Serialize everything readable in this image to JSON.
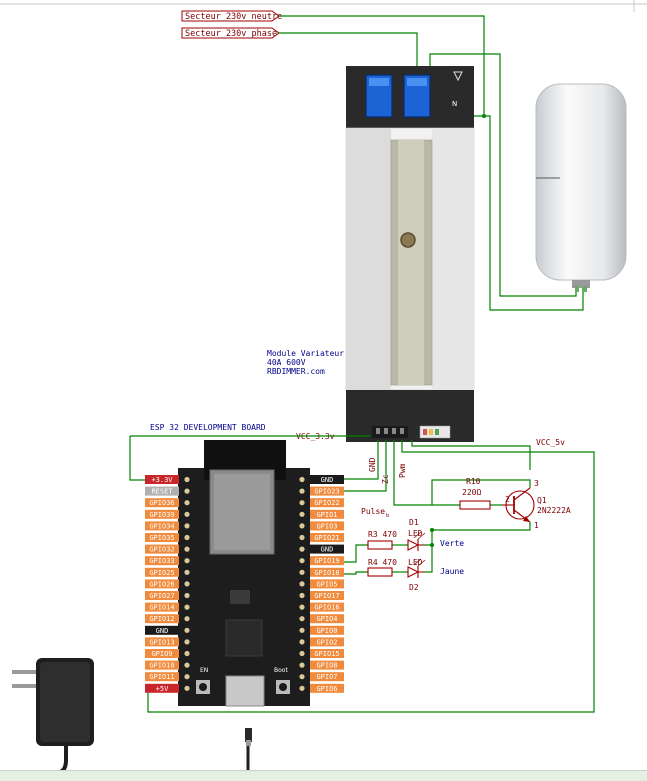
{
  "net_labels": {
    "neutre": "Secteur_230v_neutre",
    "phase": "Secteur_230v_phase",
    "vcc33": "VCC_3.3v",
    "vcc5": "VCC_5v",
    "pulse": "Pulse"
  },
  "module": {
    "line1": "Module Variateur",
    "line2": "40A 600V",
    "line3": "RBDIMMER.com",
    "n_mark": "N"
  },
  "board": {
    "title": "ESP 32 DEVELOPMENT BOARD",
    "left_pins": [
      "+3.3V",
      "RESET",
      "GPIO36",
      "GPIO39",
      "GPIO34",
      "GPIO35",
      "GPIO32",
      "GPIO33",
      "GPIO25",
      "GPIO26",
      "GPIO27",
      "GPIO14",
      "GPIO12",
      "GND",
      "GPIO13",
      "GPIO9",
      "GPIO10",
      "GPIO11",
      "+5V"
    ],
    "right_pins": [
      "GND",
      "GPIO23",
      "GPIO22",
      "GPIO1",
      "GPIO3",
      "GPIO21",
      "GND",
      "GPIO19",
      "GPIO18",
      "GPIO5",
      "GPIO17",
      "GPIO16",
      "GPIO4",
      "GPIO0",
      "GPIO2",
      "GPIO15",
      "GPIO8",
      "GPIO7",
      "GPIO6"
    ],
    "en_label": "EN",
    "boot_label": "Boot"
  },
  "connector_pins": {
    "gnd": "GND",
    "zc": "Zc",
    "pwm": "Pwm"
  },
  "components": {
    "r10_ref": "R10",
    "r10_val": "220Ω",
    "q1_ref": "Q1",
    "q1_val": "2N2222A",
    "d1_ref": "D1",
    "d1_type": "LED",
    "d1_name": "Verte",
    "d2_ref": "D2",
    "d2_type": "LED",
    "d2_name": "Jaune",
    "r3": "R3 470",
    "r4": "R4 470",
    "q_pin1": "1",
    "q_pin2": "2",
    "q_pin3": "3",
    "pin_b": "b"
  },
  "colors": {
    "wire": "#008400",
    "component": "#a00000",
    "pin_orange": "#f08a3c",
    "pin_gnd": "#1a1a1a",
    "pin_power": "#c8262a",
    "pin_reset": "#b0b0b0"
  }
}
